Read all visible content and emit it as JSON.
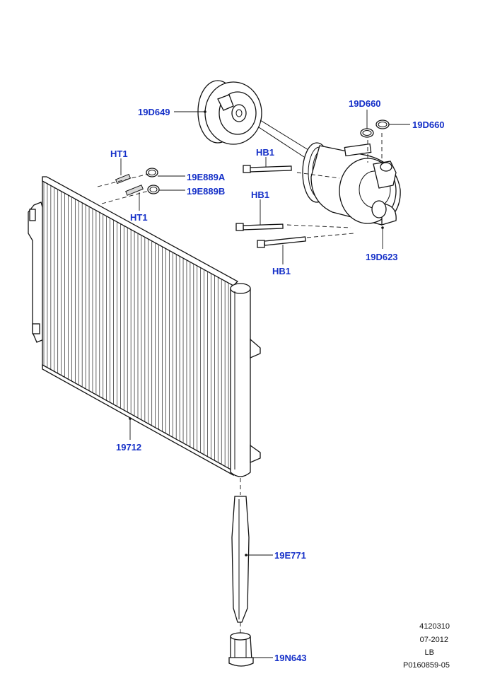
{
  "callouts": {
    "pulley": "19D649",
    "o_ring_top": "19D660",
    "o_ring_right": "19D660",
    "stud_top": "HT1",
    "stud_bottom": "HT1",
    "seal_top": "19E889A",
    "seal_bottom": "19E889B",
    "bolt_top": "HB1",
    "bolt_mid": "HB1",
    "bolt_bottom": "HB1",
    "compressor": "19D623",
    "condenser": "19712",
    "baffle": "19E771",
    "drier_plug": "19N643"
  },
  "footer": {
    "ref": "4120310",
    "date": "07-2012",
    "region": "LB",
    "part_code": "P0160859-05"
  },
  "colors": {
    "callout_blue": "#1530c8",
    "line": "#111111"
  }
}
